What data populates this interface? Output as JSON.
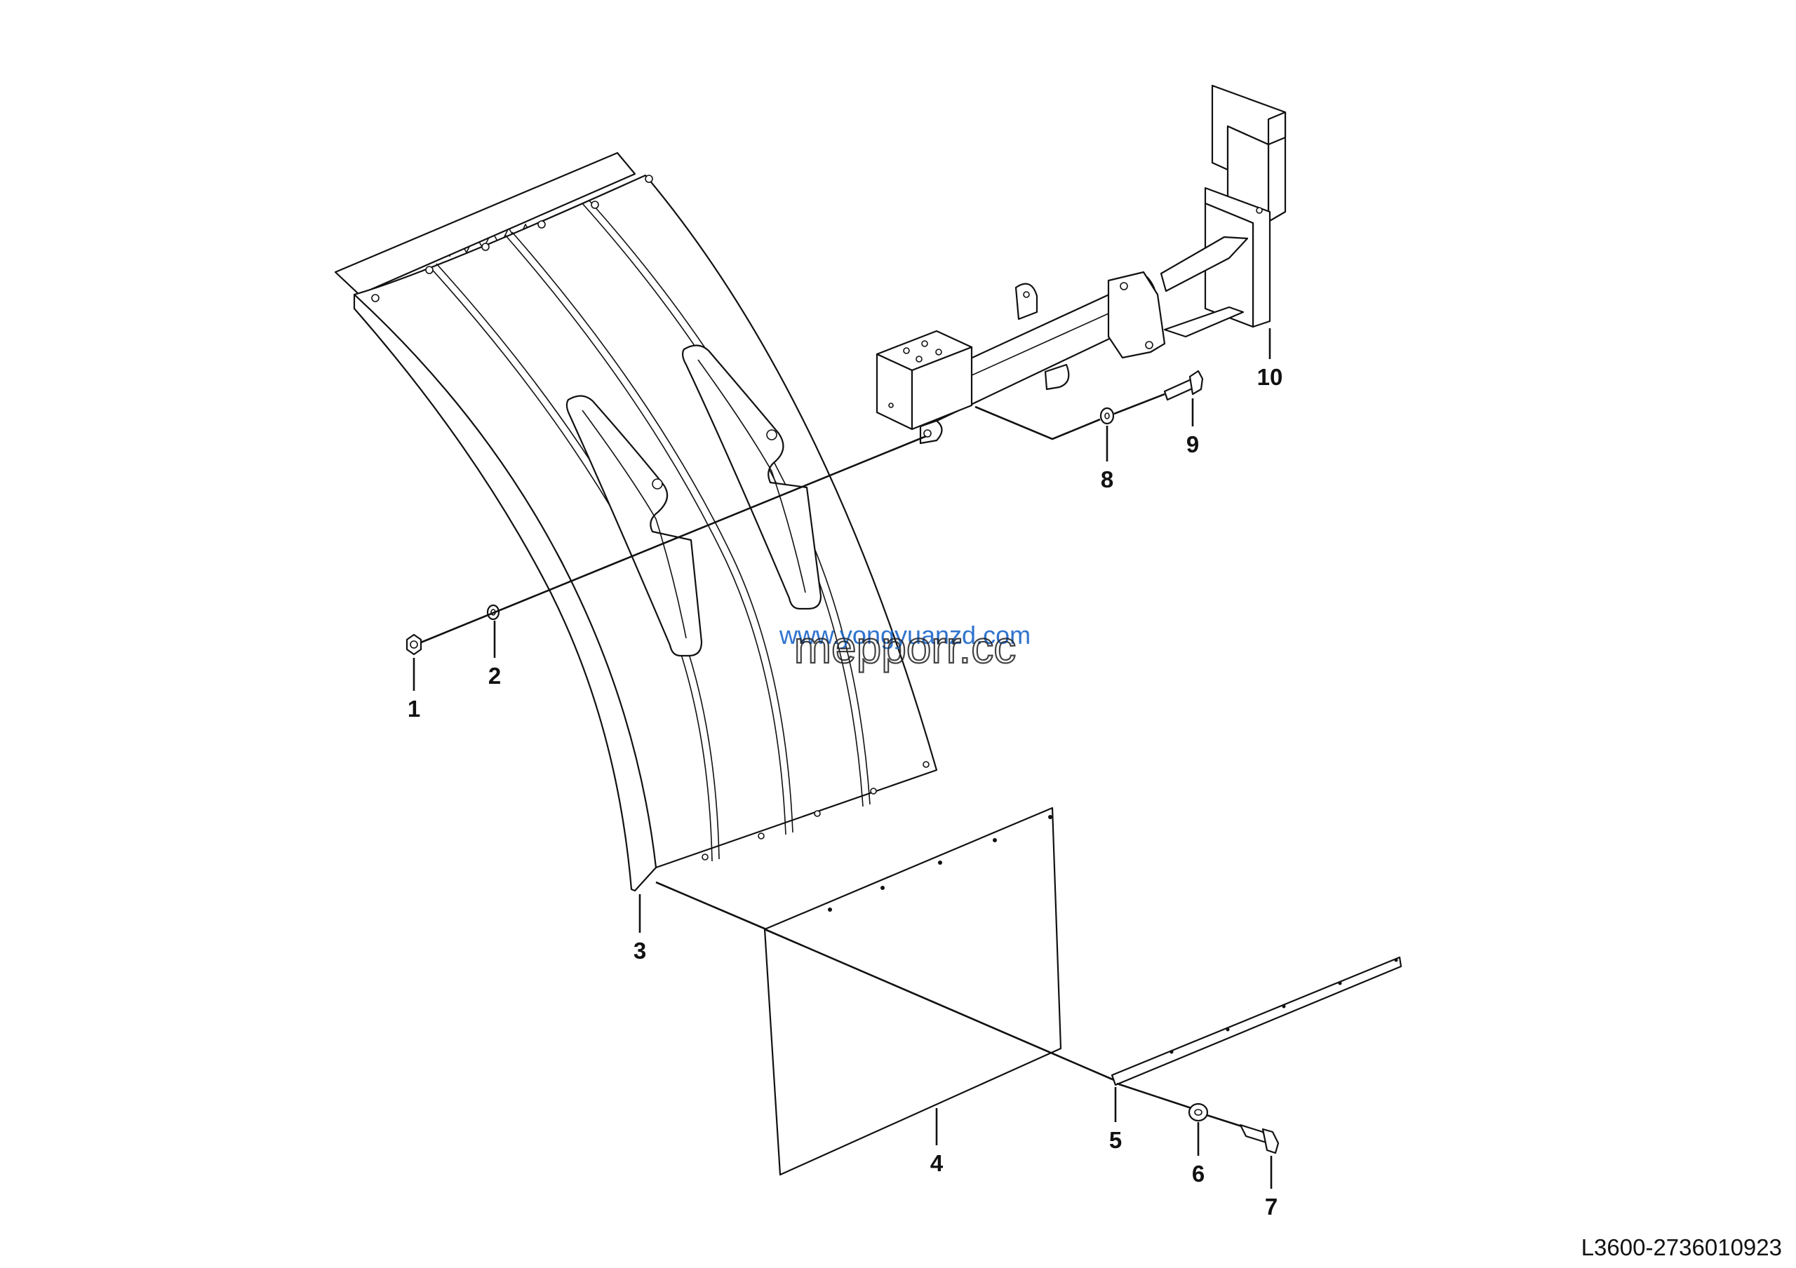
{
  "callouts": {
    "c1": "1",
    "c2": "2",
    "c3": "3",
    "c4": "4",
    "c5": "5",
    "c6": "6",
    "c7": "7",
    "c8": "8",
    "c9": "9",
    "c10": "10"
  },
  "watermark": {
    "blue": "www.yongyuanzd.com",
    "outline": "mepporr.cc"
  },
  "document_id": "L3600-2736010923"
}
